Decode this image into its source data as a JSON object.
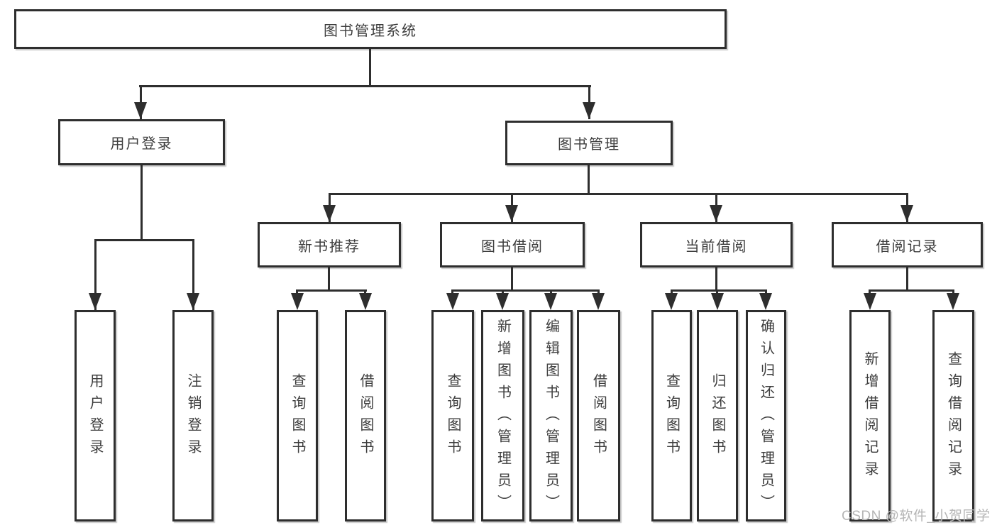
{
  "root": {
    "label": "图书管理系统"
  },
  "user_login": {
    "label": "用户登录",
    "children": [
      {
        "label": "用户登录"
      },
      {
        "label": "注销登录"
      }
    ]
  },
  "book_mgmt": {
    "label": "图书管理",
    "groups": [
      {
        "label": "新书推荐",
        "children": [
          {
            "label": "查询图书"
          },
          {
            "label": "借阅图书"
          }
        ]
      },
      {
        "label": "图书借阅",
        "children": [
          {
            "label": "查询图书"
          },
          {
            "label": "新增图书（管理员）"
          },
          {
            "label": "编辑图书（管理员）"
          },
          {
            "label": "借阅图书"
          }
        ]
      },
      {
        "label": "当前借阅",
        "children": [
          {
            "label": "查询图书"
          },
          {
            "label": "归还图书"
          },
          {
            "label": "确认归还（管理员）"
          }
        ]
      },
      {
        "label": "借阅记录",
        "children": [
          {
            "label": "新增借阅记录"
          },
          {
            "label": "查询借阅记录"
          }
        ]
      }
    ]
  },
  "watermark": "CSDN @软件_小贺同学",
  "colors": {
    "line": "#2e2e2e",
    "text": "#3d3d3d",
    "watermark": "#b5b5b5",
    "background": "#ffffff"
  }
}
